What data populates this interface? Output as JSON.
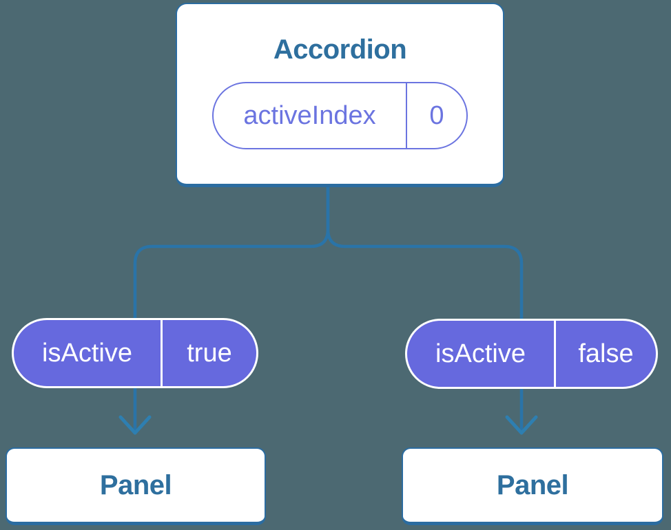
{
  "diagram": {
    "colors": {
      "background": "#4c6972",
      "node_fill": "#ffffff",
      "node_border_blue": "#2b6ca0",
      "text_blue": "#2e6f9e",
      "pill_purple": "#6669de",
      "connector_blue": "#2a74a8"
    },
    "root": {
      "title": "Accordion",
      "state": {
        "name": "activeIndex",
        "value": "0"
      }
    },
    "children": [
      {
        "prop": {
          "name": "isActive",
          "value": "true"
        },
        "panel_label": "Panel"
      },
      {
        "prop": {
          "name": "isActive",
          "value": "false"
        },
        "panel_label": "Panel"
      }
    ]
  }
}
